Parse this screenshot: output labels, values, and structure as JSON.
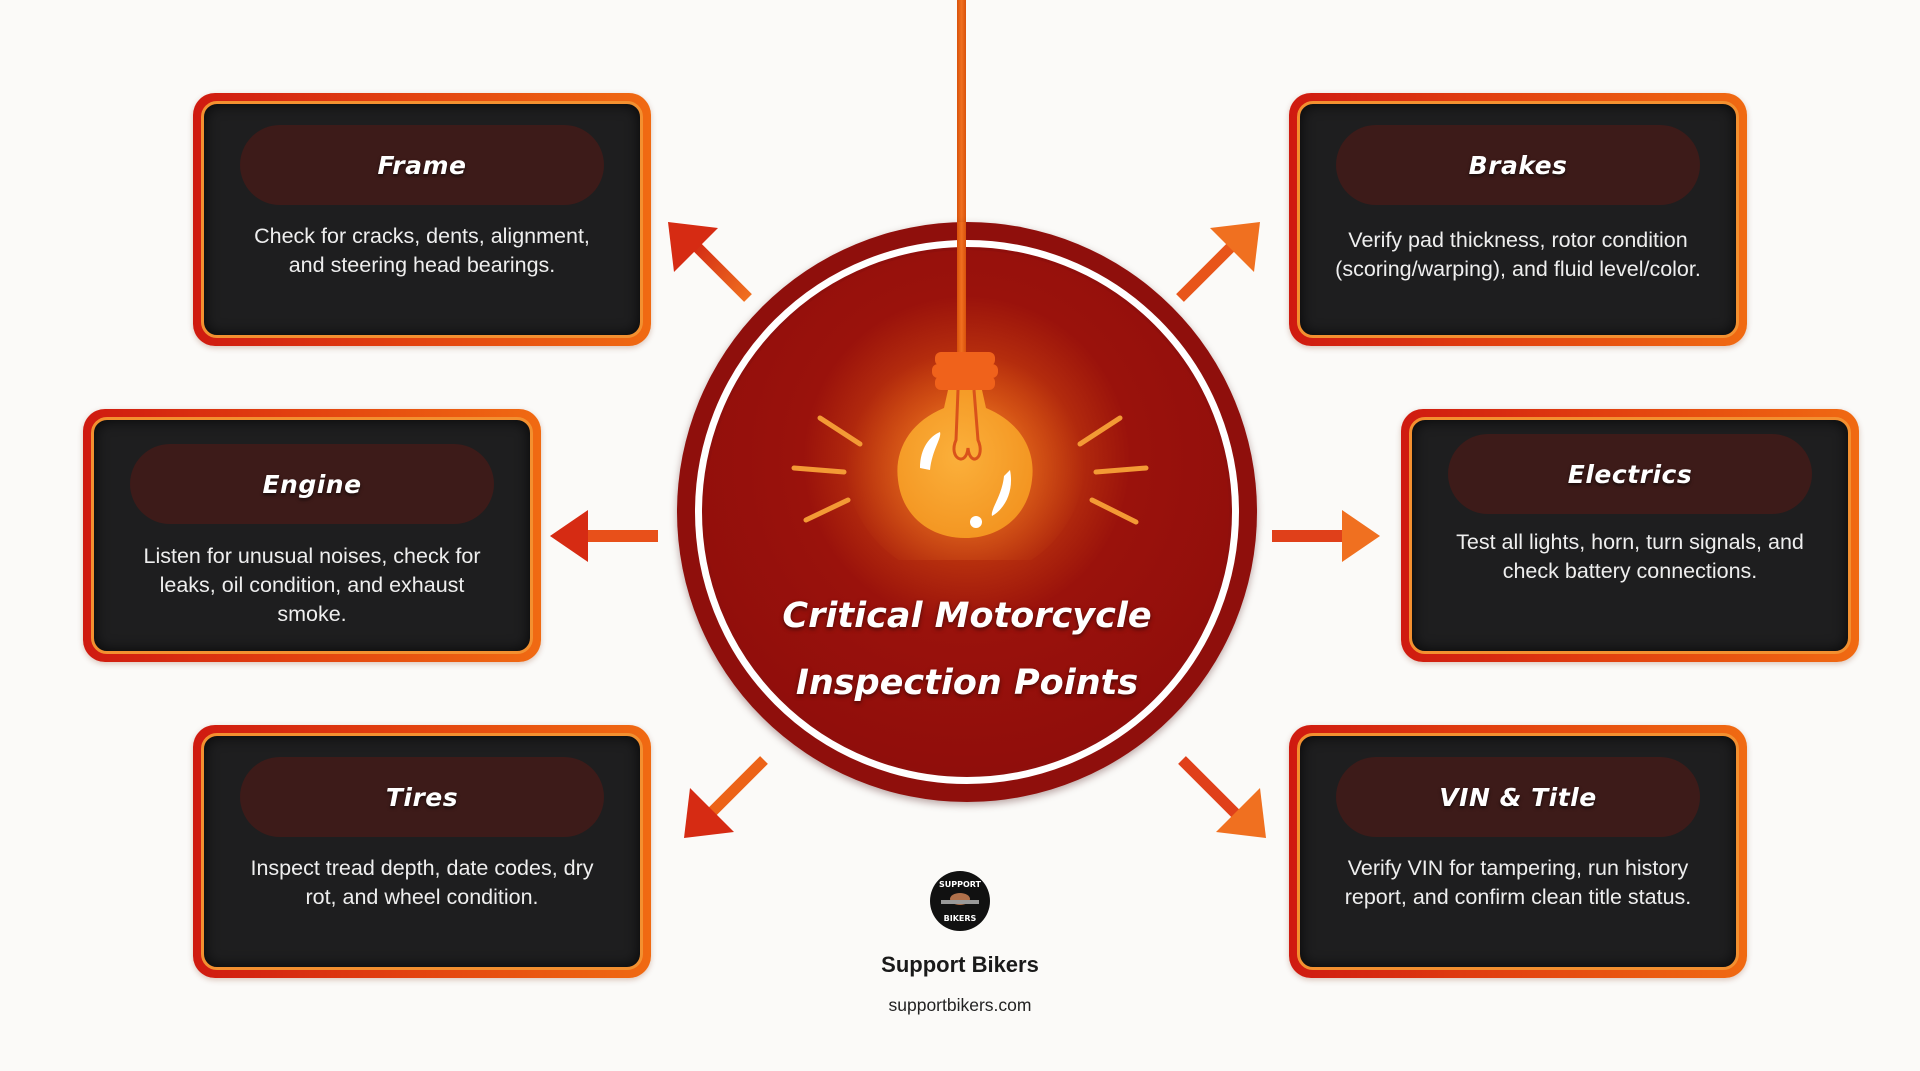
{
  "center": {
    "title_line1": "Critical Motorcycle",
    "title_line2": "Inspection Points",
    "icon": "light-bulb-icon"
  },
  "cards": [
    {
      "id": "frame",
      "title": "Frame",
      "description": "Check for cracks, dents, alignment, and steering head bearings."
    },
    {
      "id": "brakes",
      "title": "Brakes",
      "description": "Verify pad thickness, rotor condition (scoring/warping), and fluid level/color."
    },
    {
      "id": "engine",
      "title": "Engine",
      "description": "Listen for unusual noises, check for leaks, oil condition, and exhaust smoke."
    },
    {
      "id": "electrics",
      "title": "Electrics",
      "description": "Test all lights, horn, turn signals, and check battery connections."
    },
    {
      "id": "tires",
      "title": "Tires",
      "description": "Inspect tread depth, date codes, dry rot, and wheel condition."
    },
    {
      "id": "vin",
      "title": "VIN & Title",
      "description": "Verify VIN for tampering, run history report, and confirm clean title status."
    }
  ],
  "brand": {
    "logo_text_top": "SUPPORT",
    "logo_text_bottom": "BIKERS",
    "name": "Support Bikers",
    "url": "supportbikers.com"
  },
  "colors": {
    "background": "#fbfaf8",
    "circle": "#8f0f0c",
    "card_border_start": "#cf1a10",
    "card_border_end": "#f06a12",
    "card_fill": "#1e1e1f",
    "pill": "#3d1b19",
    "accent_orange": "#f07020"
  }
}
